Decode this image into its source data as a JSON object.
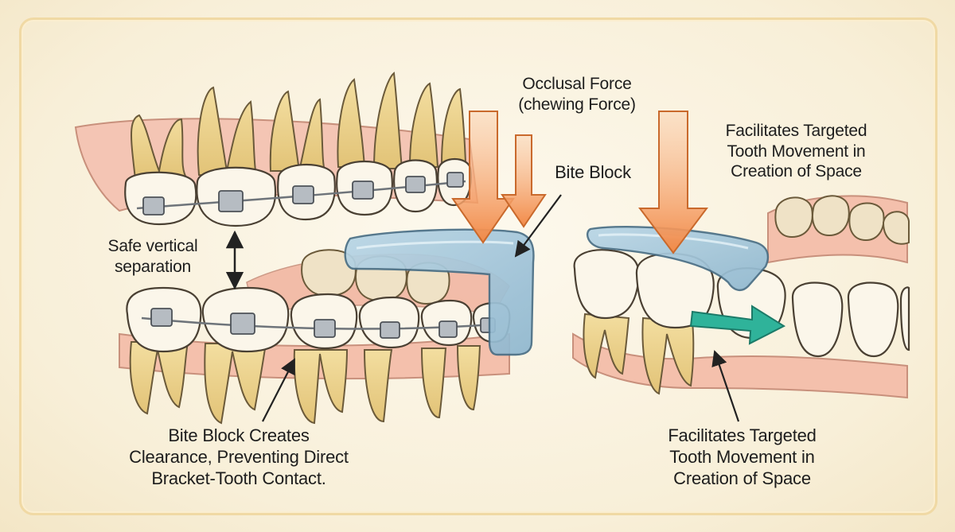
{
  "labels": {
    "occlusal_force": "Occlusal Force\n(chewing Force)",
    "bite_block": "Bite Block",
    "safe_vertical_separation": "Safe vertical\nseparation",
    "facilitates_top": "Facilitates Targeted\nTooth Movement in\nCreation of Space",
    "bite_block_creates": "Bite Block Creates\nClearance, Preventing Direct\nBracket-Tooth Contact.",
    "facilitates_bottom": "Facilitates Targeted\nTooth Movement in\nCreation of Space"
  },
  "colors": {
    "background": "#fbf3df",
    "frame": "#f0d9a4",
    "gum": "#f2b5a3",
    "tooth_crown": "#fbf6ea",
    "tooth_root": "#e9cf8a",
    "bracket": "#9aa0a6",
    "wire": "#6e747a",
    "bite_block": "#9fc3d9",
    "force_arrow": "#f29a5e",
    "movement_arrow": "#2fb39a",
    "outline": "#3a3a3a"
  }
}
